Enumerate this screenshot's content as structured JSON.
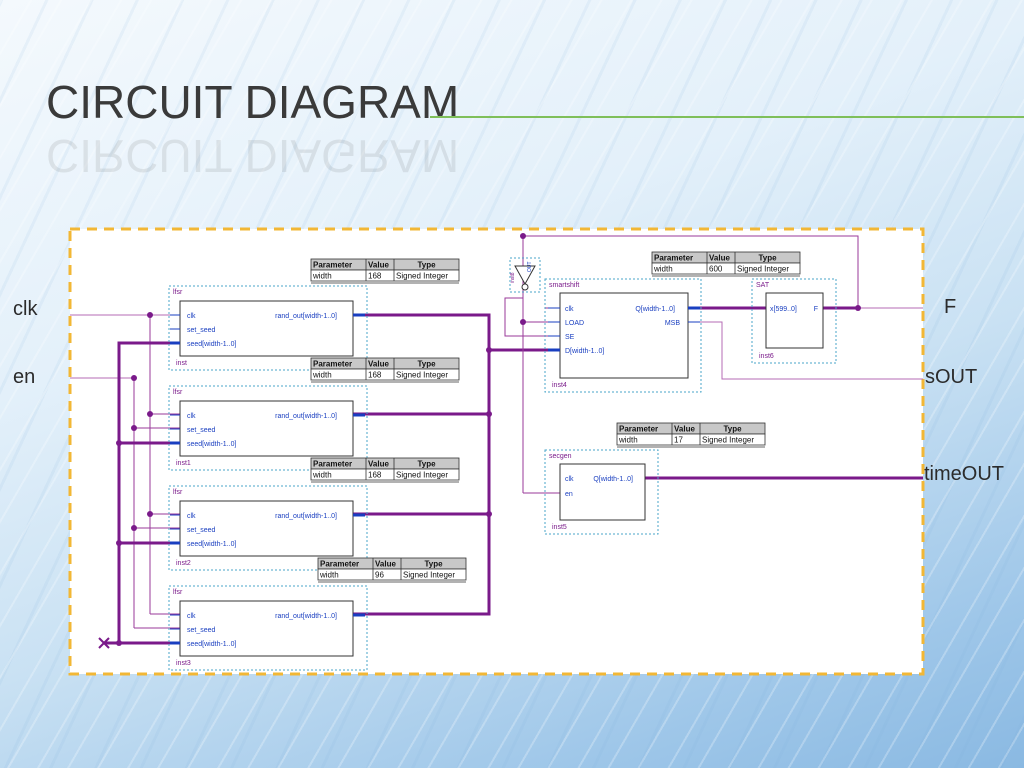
{
  "slide": {
    "title": "CIRCUIT DIAGRAM"
  },
  "ports": {
    "clk": "clk",
    "en": "en",
    "F": "F",
    "sOUT": "sOUT",
    "timeOUT": "timeOUT"
  },
  "param_headers": [
    "Parameter",
    "Value",
    "Type"
  ],
  "lfsr_blocks": [
    {
      "block": "lfsr",
      "inst": "inst",
      "pins_in": [
        "clk",
        "set_seed",
        "seed[width-1..0]"
      ],
      "pin_out": "rand_out[width-1..0]",
      "param": {
        "name": "width",
        "value": "168",
        "type": "Signed Integer"
      }
    },
    {
      "block": "lfsr",
      "inst": "inst1",
      "pins_in": [
        "clk",
        "set_seed",
        "seed[width-1..0]"
      ],
      "pin_out": "rand_out[width-1..0]",
      "param": {
        "name": "width",
        "value": "168",
        "type": "Signed Integer"
      }
    },
    {
      "block": "lfsr",
      "inst": "inst2",
      "pins_in": [
        "clk",
        "set_seed",
        "seed[width-1..0]"
      ],
      "pin_out": "rand_out[width-1..0]",
      "param": {
        "name": "width",
        "value": "168",
        "type": "Signed Integer"
      }
    },
    {
      "block": "lfsr",
      "inst": "inst3",
      "pins_in": [
        "clk",
        "set_seed",
        "seed[width-1..0]"
      ],
      "pin_out": "rand_out[width-1..0]",
      "param": {
        "name": "width",
        "value": "96",
        "type": "Signed Integer"
      }
    }
  ],
  "smartshift": {
    "block": "smartshift",
    "inst": "inst4",
    "pins_in": [
      "clk",
      "LOAD",
      "SE",
      "D[width-1..0]"
    ],
    "pins_out": [
      "Q[width-1..0]",
      "MSB"
    ],
    "param": {
      "name": "width",
      "value": "600",
      "type": "Signed Integer"
    }
  },
  "sat": {
    "block": "SAT",
    "inst": "inst6",
    "pin_in": "x[599..0]",
    "pin_out": "F"
  },
  "secgen": {
    "block": "secgen",
    "inst": "inst5",
    "pins_in": [
      "clk",
      "en"
    ],
    "pin_out": "Q[width-1..0]",
    "param": {
      "name": "width",
      "value": "17",
      "type": "Signed Integer"
    }
  },
  "inverter": {
    "label_in": "IN",
    "label_out": "OUT",
    "inst": "inst8"
  },
  "colors": {
    "wire": "#9a3a9a",
    "bus": "#7a1a8a",
    "pin": "#1a3fc0",
    "frame": "#f2b735",
    "title_rule": "#7fbf5a"
  }
}
